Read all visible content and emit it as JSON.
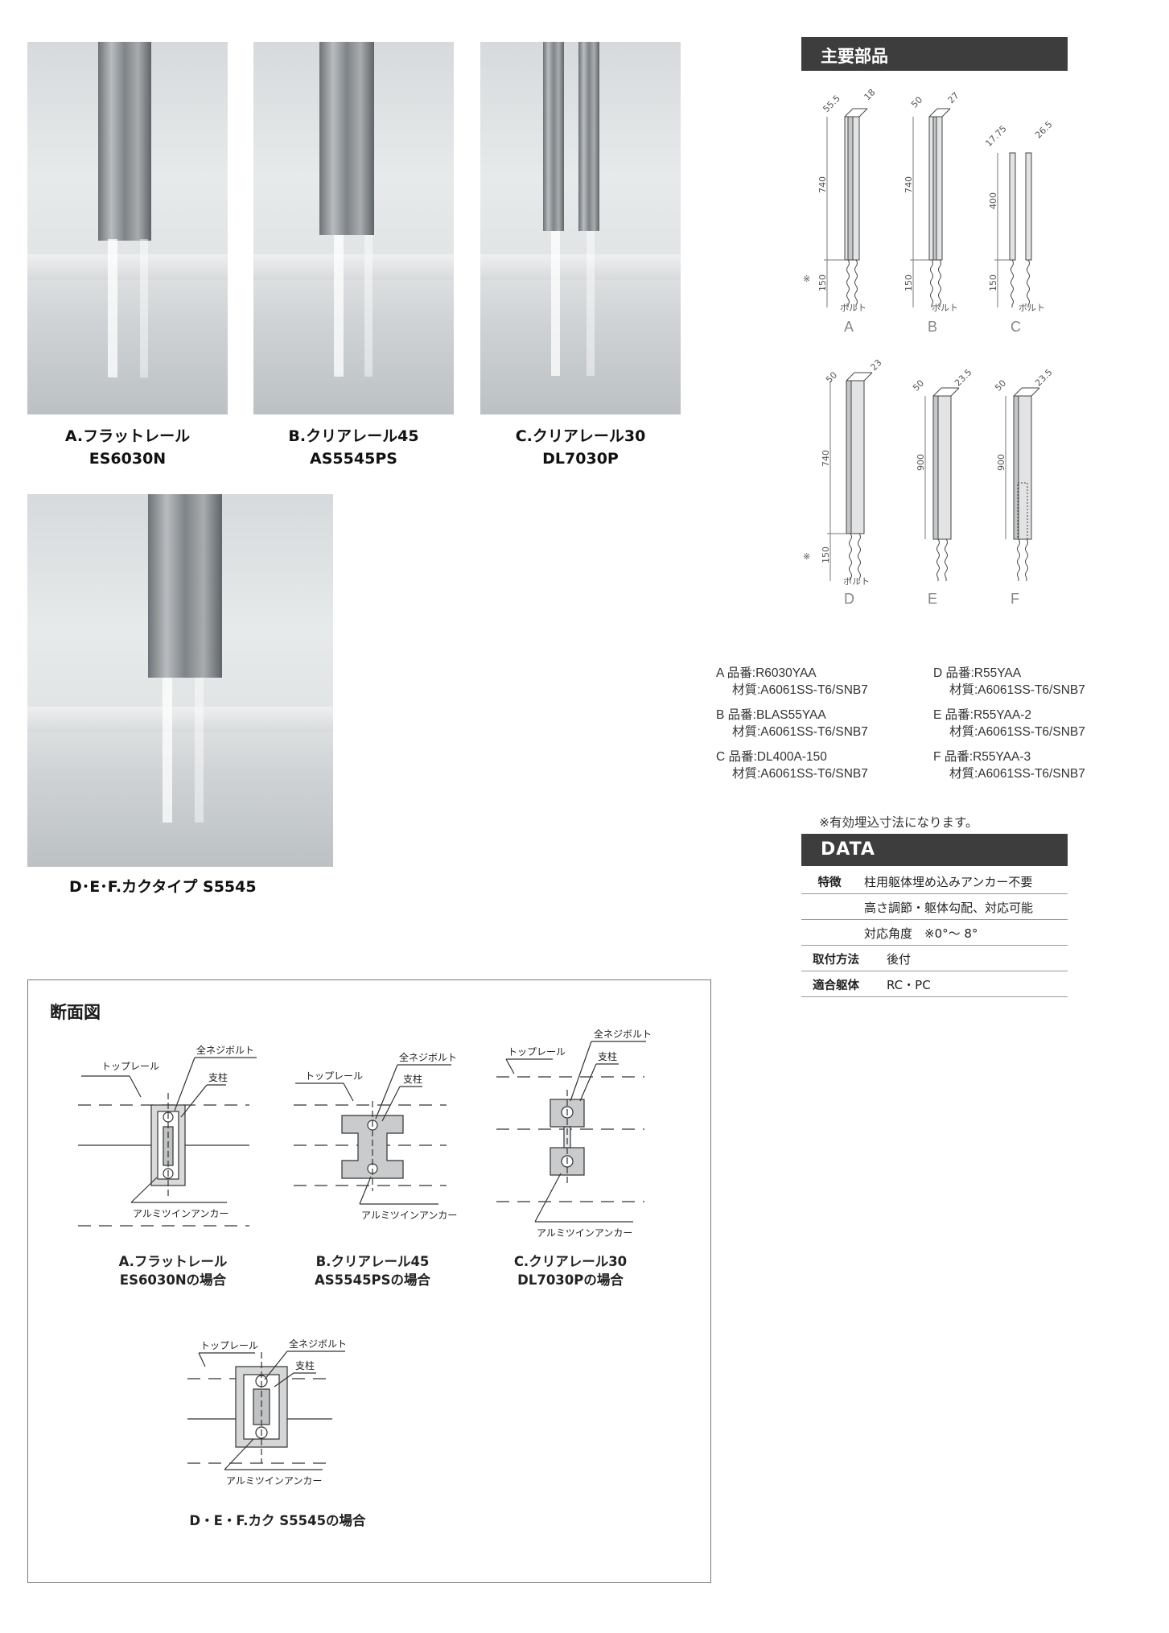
{
  "photos": [
    {
      "caption_line1": "A.フラットレール",
      "caption_line2": "ES6030N"
    },
    {
      "caption_line1": "B.クリアレール45",
      "caption_line2": "AS5545PS"
    },
    {
      "caption_line1": "C.クリアレール30",
      "caption_line2": "DL7030P"
    },
    {
      "caption_line1": "D･E･F.カクタイプ S5545",
      "caption_line2": ""
    }
  ],
  "main_parts": {
    "title": "主要部品",
    "letters": [
      "A",
      "B",
      "C",
      "D",
      "E",
      "F"
    ],
    "bolt_label": "ボルト",
    "note_mark": "※",
    "dims": {
      "A": [
        "55.5",
        "18",
        "740",
        "150"
      ],
      "B": [
        "50",
        "27",
        "740",
        "150"
      ],
      "C": [
        "17.75",
        "26.5",
        "400",
        "150"
      ],
      "D": [
        "50",
        "23",
        "740",
        "150"
      ],
      "E": [
        "50",
        "23.5",
        "900"
      ],
      "F": [
        "50",
        "23.5",
        "900"
      ]
    }
  },
  "part_list": {
    "left": [
      {
        "l1": "A 品番:R6030YAA",
        "l2": "材質:A6061SS-T6/SNB7"
      },
      {
        "l1": "B 品番:BLAS55YAA",
        "l2": "材質:A6061SS-T6/SNB7"
      },
      {
        "l1": "C 品番:DL400A-150",
        "l2": "材質:A6061SS-T6/SNB7"
      }
    ],
    "right": [
      {
        "l1": "D 品番:R55YAA",
        "l2": "材質:A6061SS-T6/SNB7"
      },
      {
        "l1": "E 品番:R55YAA-2",
        "l2": "材質:A6061SS-T6/SNB7"
      },
      {
        "l1": "F 品番:R55YAA-3",
        "l2": "材質:A6061SS-T6/SNB7"
      }
    ],
    "note": "※有効埋込寸法になります。"
  },
  "data_section": {
    "title": "DATA",
    "rows": [
      {
        "key": "特徴",
        "value": "柱用躯体埋め込みアンカー不要"
      },
      {
        "key": "",
        "value": "高さ調節・躯体勾配、対応可能"
      },
      {
        "key": "",
        "value": "対応角度　※0°～ 8°"
      },
      {
        "key": "取付方法",
        "value": "後付"
      },
      {
        "key": "適合躯体",
        "value": "RC・PC"
      }
    ]
  },
  "sections": {
    "title": "断面図",
    "labels": {
      "top_rail": "トップレール",
      "bolt": "全ネジボルト",
      "post": "支柱",
      "anchor": "アルミツインアンカー"
    },
    "items": [
      {
        "l1": "A.フラットレール",
        "l2": "ES6030Nの場合"
      },
      {
        "l1": "B.クリアレール45",
        "l2": "AS5545PSの場合"
      },
      {
        "l1": "C.クリアレール30",
        "l2": "DL7030Pの場合"
      },
      {
        "l1": "D・E・F.カク S5545の場合",
        "l2": ""
      }
    ]
  },
  "colors": {
    "header_bg": "#3d3d3d",
    "header_text": "#ffffff",
    "rule": "#9a9a9a"
  }
}
